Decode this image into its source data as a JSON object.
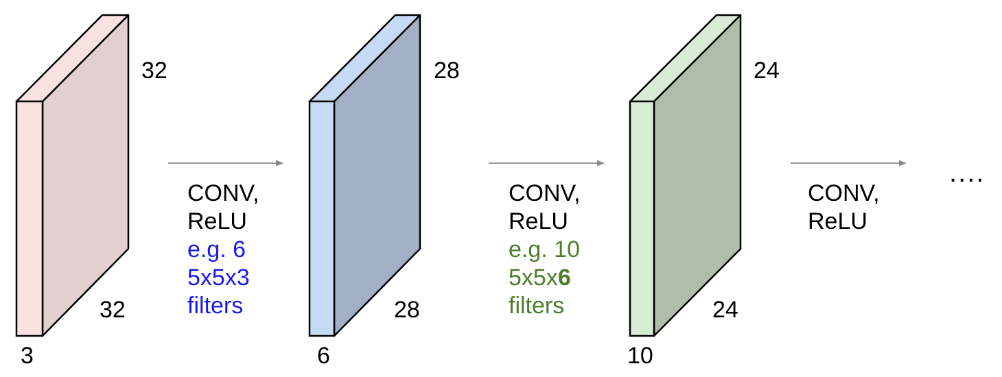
{
  "colors": {
    "volume1": {
      "front": "#f9e2e0",
      "side": "#e3d0cf",
      "top": "#f9e2e0"
    },
    "volume2": {
      "front": "#c7daf3",
      "side": "#a2b0c6",
      "top": "#c7daf3"
    },
    "volume3": {
      "front": "#d8ebd5",
      "side": "#adbfa9",
      "top": "#d8ebd5"
    },
    "filters1_text": "#1a1aee",
    "filters2_text": "#4e7d2c",
    "arrow": "#8a8a8a"
  },
  "volumes": [
    {
      "height": "32",
      "width": "32",
      "depth": "3"
    },
    {
      "height": "28",
      "width": "28",
      "depth": "6"
    },
    {
      "height": "24",
      "width": "24",
      "depth": "10"
    }
  ],
  "ops": [
    {
      "line1": "CONV,",
      "line2": "ReLU",
      "line3": "e.g. 6",
      "line4": "5x5x3",
      "line5": "filters"
    },
    {
      "line1": "CONV,",
      "line2": "ReLU",
      "line3": "e.g. 10",
      "line4a": "5x5x",
      "line4b": "6",
      "line5": "filters"
    },
    {
      "line1": "CONV,",
      "line2": "ReLU"
    }
  ],
  "continuation": "...."
}
